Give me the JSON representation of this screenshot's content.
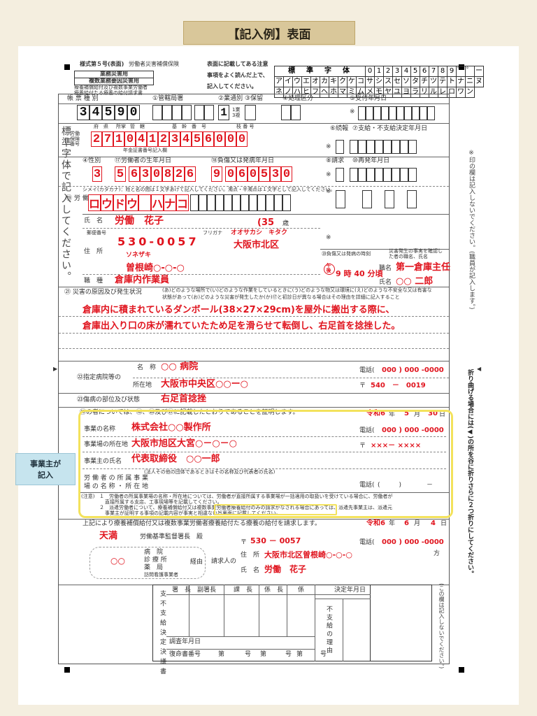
{
  "banner": {
    "title": "【記入例】表面"
  },
  "form": {
    "form_no": "様式第５号(表面)",
    "insurance": "労働者災害補償保険",
    "title_lines": [
      "業務災害用",
      "複数業務要因災害用"
    ],
    "subtitle_1": "療養補償給付及び複数事業労働者",
    "subtitle_2": "療養給付たる療養の給付請求書",
    "notice_1": "表面に記載してある注意",
    "notice_2": "事項をよく読んだ上で、",
    "notice_3": "記入してください。",
    "std_label": "標　準　字　体",
    "std_row1": [
      "0",
      "1",
      "2",
      "3",
      "4",
      "5",
      "6",
      "7",
      "8",
      "9",
      "゛",
      "゜",
      "ー"
    ],
    "std_row2": [
      "ア",
      "イ",
      "ウ",
      "エ",
      "オ",
      "カ",
      "キ",
      "ク",
      "ケ",
      "コ",
      "サ",
      "シ",
      "ス",
      "セ",
      "ソ",
      "タ",
      "チ",
      "ツ",
      "テ",
      "ト",
      "ナ",
      "ニ",
      "ヌ"
    ],
    "std_row3": [
      "ネ",
      "ノ",
      "ハ",
      "ヒ",
      "フ",
      "ヘ",
      "ホ",
      "マ",
      "ミ",
      "ム",
      "メ",
      "モ",
      "ヤ",
      "ユ",
      "ヨ",
      "ラ",
      "リ",
      "ル",
      "レ",
      "ロ",
      "ワ",
      "ン"
    ]
  },
  "labels": {
    "form_type": "帳 票 種 別",
    "office_code": "①管轄局署",
    "business_type": "②業通別",
    "business_opts": "1業　3複",
    "retain": "③保留",
    "process": "④処理区分",
    "receipt_date": "⑤受付年月日",
    "labor_insurance_no": "労働保険番号",
    "sub_prefecture": "府　県",
    "sub_office": "所掌",
    "sub_jurisdiction": "管　轄",
    "sub_base": "基　幹　番　号",
    "sub_branch": "枝 番 号",
    "pension_no": "年金証書番号記入欄",
    "stop": "⑥続報",
    "pay_date": "⑦支給・不支給決定年月日",
    "claim": "⑧請求",
    "reappear": "⑩再発年月日",
    "gender": "④性別",
    "birth_date": "⑰労働者の生年月日",
    "injury_date": "⑱負傷又は発病年月日",
    "kana_note": "シメイ(カタカナ)：姓と名の間は１文字あけて記入してください。濁点・半濁点は１文字として記入してください。",
    "worker_label": "⑲ 労 働 者 の",
    "name_label": "氏　名",
    "age_suffix": "歳",
    "zip_label": "郵便番号",
    "furigana": "フリガナ",
    "address_label": "住　所",
    "job_label": "職　種",
    "injury_time_label": "⑳負傷又は発病の時刻",
    "witness_label": "災害発生の事実を確認した者の職名、氏名",
    "witness_job_label": "職名",
    "witness_name_label": "氏名",
    "cause_label": "㉑ 災害の原因及び発生状況",
    "cause_note_1": "(あ)どのような場所で(い)どのような作業をしているときに(う)どのような物又は環境に(え)どのような不安全な又は有害な",
    "cause_note_2": "状態があって(お)どのような災害が発生したか(か)⑰と初診日が異なる場合はその理由を詳細に記入すること",
    "hospital_section": "㉒指定病院等の",
    "hospital_name_label": "名　称",
    "hospital_addr_label": "所在地",
    "injury_part_label": "㉓傷病の部位及び状態",
    "tel_label": "電話(",
    "zip_mark": "〒",
    "cert_statement": "⑲の者については、⑱、⑳及び㉑に記載したとおりであることを証明します。",
    "year_label": "年",
    "month_label": "月",
    "day_label": "日",
    "company_label": "事業の名称",
    "company_addr_label": "事業場の所在地",
    "owner_label": "事業主の氏名",
    "corp_note": "(法人その他の団体であるときはその名称及び代表者の氏名)",
    "affiliate_label_1": "労 働 者 の 所 属 事 業",
    "affiliate_label_2": "場 の 名 称 ・ 所 在 地",
    "note_title": "(注意)",
    "note_1": "１　労働者の所属事業場の名称・所在地については、労働者が直接所属する事業場が一括適用の取扱いを受けている場合に、労働者が",
    "note_1b": "直接所属する支店、工事現場等を記載してください。",
    "note_2": "２　派遣労働者について、療養補償給付又は複数事業労働者療養給付のみの請求がなされる場合にあっては、派遣先事業主は、派遣元",
    "note_2b": "事業主が証明する事項の記載内容が事実と相違ない旨裏面に記載してください。",
    "claim_statement": "上記により療養補償給付又は複数事業労働者療養給付たる療養の給付を請求します。",
    "bureau_suffix": "労働基準監督署長　殿",
    "via_1": "病　院",
    "via_2": "診 療 所",
    "via_3": "薬　局",
    "via_4": "訪問看護事業者",
    "via_suffix": "経由",
    "claimant_label": "請求人の",
    "claimant_addr": "住　所",
    "claimant_name": "氏　名",
    "ka": "方",
    "approval_roles": [
      "署　長",
      "副署長",
      "課　長",
      "係　長",
      "係"
    ],
    "decision_date": "決定年月日",
    "nonpay_decision": "支 不 支 給 決 定 決 議 書",
    "nonpay_reason": "不 支 給 の 理 由",
    "survey_date": "調査年月日",
    "reinstate": "復命書番号",
    "dai": "第",
    "gou": "号",
    "left_side": "標準字体で記入してください。",
    "right_side": "※印の欄は記入しないでください。(職員が記入します。)",
    "fold_note": "折り曲げる場合には(◀)の所を谷に折りさらに２つ折りにしてください。",
    "bottom_right_note": "(この欄は記入しないでください。)",
    "asterisk": "※"
  },
  "values": {
    "form_type_digits": [
      "3",
      "4",
      "5",
      "9",
      "0"
    ],
    "business_type_digit": "1",
    "labor_ins_digits": [
      "2",
      "7",
      "1",
      "0",
      "4",
      "1",
      "2",
      "3",
      "4",
      "5",
      "6",
      "0",
      "0",
      "0"
    ],
    "gender_digit": "3",
    "birth_digits": [
      "5",
      "6",
      "3",
      "0",
      "8",
      "2",
      "6"
    ],
    "injury_digits": [
      "9",
      "0",
      "6",
      "0",
      "5",
      "3",
      "0"
    ],
    "kana_chars": [
      "ロ",
      "ウ",
      "ド",
      "ウ",
      "",
      "ハ",
      "ナ",
      "コ"
    ],
    "worker_name": "労働　花子",
    "worker_age": "(35",
    "worker_zip": "530-0057",
    "furigana_addr": "オオサカシ　キタク",
    "addr_city": "大阪市北区",
    "furigana_town": "ソネザキ",
    "addr_town": "曽根崎○-○-○",
    "job": "倉庫内作業員",
    "am_pm": "午後",
    "time": "9 時 40 分頃",
    "witness_job": "第一倉庫主任",
    "witness_name": "○○ 二郎",
    "cause_line_1": "倉庫内に積まれているダンボール(38×27×29cm)を屋外に搬出する際に、",
    "cause_line_2": "倉庫出入り口の床が濡れていたため足を滑らせて転倒し、右足首を捻挫した。",
    "hospital_name": "○○ 病院",
    "hospital_tel": "000 ) 000 -0000",
    "hospital_addr": "大阪市中央区○○ー○",
    "hospital_zip": "540　－　0019",
    "injury_part": "右足首捻挫",
    "cert_year": "令和6",
    "cert_month": "5",
    "cert_day": "30",
    "company_name": "株式会社○○製作所",
    "company_tel": "000 ) 000 -0000",
    "company_addr": "大阪市旭区大宮○－○－○",
    "company_zip": "×××－ ××××",
    "owner_name": "代表取締役　○○一郎",
    "affiliate_tel": "(　　　)　　　　－",
    "claim_year": "令和6",
    "claim_month": "6",
    "claim_day": "4",
    "bureau": "天満",
    "via_name": "○○",
    "claimant_zip": "530 － 0057",
    "claimant_tel": "000 ) 000 -0000",
    "claimant_addr": "大阪市北区曽根崎○-○-○",
    "claimant_name": "労働　花子"
  },
  "callout": {
    "line1": "事業主が",
    "line2": "記入"
  }
}
